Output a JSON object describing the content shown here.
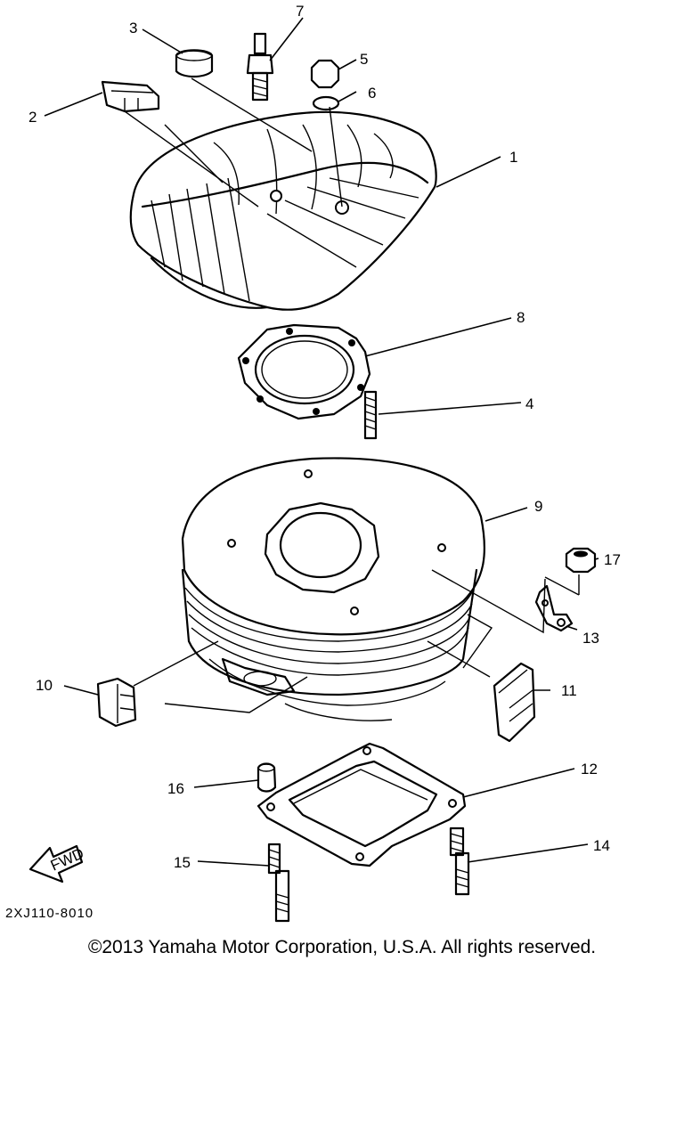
{
  "callouts": {
    "c1": "1",
    "c2": "2",
    "c3": "3",
    "c4": "4",
    "c5": "5",
    "c6": "6",
    "c7": "7",
    "c8": "8",
    "c9": "9",
    "c10": "10",
    "c11": "11",
    "c12": "12",
    "c13": "13",
    "c14": "14",
    "c15": "15",
    "c16": "16",
    "c17": "17"
  },
  "fwd_label": "FWD",
  "diagram_code": "2XJ110-8010",
  "copyright": "©2013 Yamaha Motor Corporation, U.S.A. All rights reserved."
}
